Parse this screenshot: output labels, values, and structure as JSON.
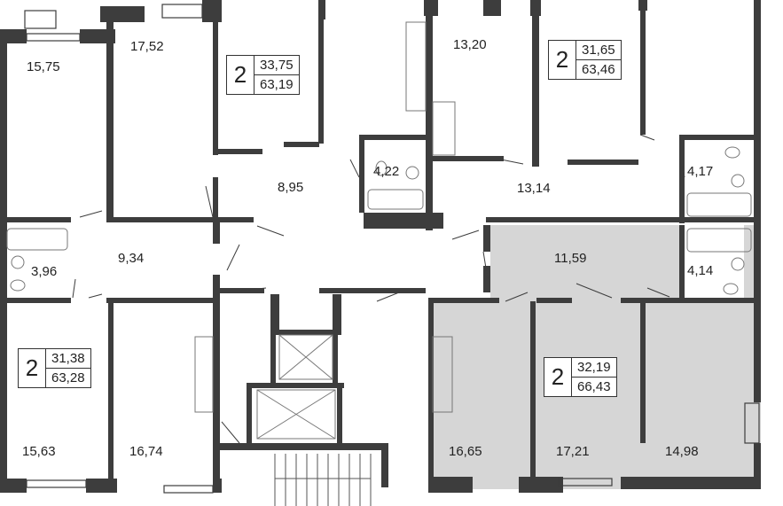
{
  "colors": {
    "wall": "#3d3d3d",
    "highlight": "#d6d6d6",
    "fixture": "#777777",
    "floor": "#ffffff"
  },
  "rooms": {
    "r_15_75": "15,75",
    "r_17_52": "17,52",
    "r_13_20": "13,20",
    "r_8_95": "8,95",
    "r_4_22": "4,22",
    "r_13_14": "13,14",
    "r_4_17": "4,17",
    "r_3_96": "3,96",
    "r_9_34": "9,34",
    "r_11_59": "11,59",
    "r_4_14": "4,14",
    "r_15_63": "15,63",
    "r_16_74": "16,74",
    "r_16_65": "16,65",
    "r_17_21": "17,21",
    "r_14_98": "14,98"
  },
  "apartments": [
    {
      "rooms": "2",
      "living": "33,75",
      "total": "63,19"
    },
    {
      "rooms": "2",
      "living": "31,65",
      "total": "63,46"
    },
    {
      "rooms": "2",
      "living": "31,38",
      "total": "63,28"
    },
    {
      "rooms": "2",
      "living": "32,19",
      "total": "66,43"
    }
  ]
}
